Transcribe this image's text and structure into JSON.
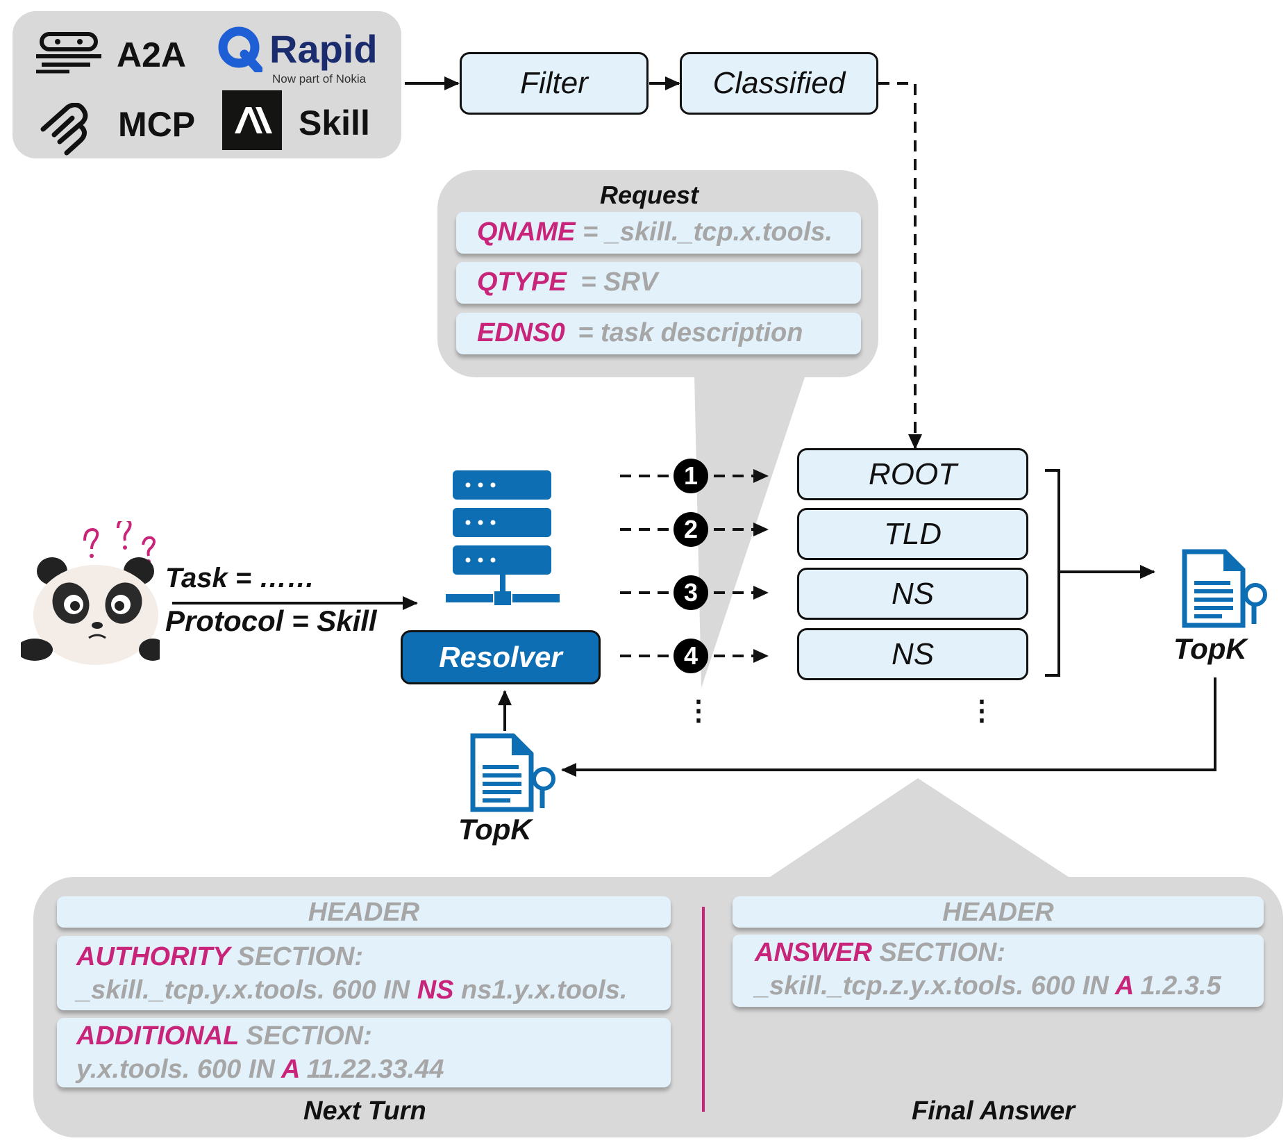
{
  "logos": {
    "a2a": "A2A",
    "rapid": "Rapid",
    "rapid_tagline": "Now part of Nokia",
    "mcp": "MCP",
    "skill": "Skill"
  },
  "pipeline": {
    "filter": "Filter",
    "classified": "Classified"
  },
  "request": {
    "title": "Request",
    "fields": [
      {
        "key": "QNAME",
        "value": "= _skill._tcp.x.tools."
      },
      {
        "key": "QTYPE",
        "value": "= SRV"
      },
      {
        "key": "EDNS0",
        "value": "= task description"
      }
    ]
  },
  "agent": {
    "task_line": "Task =  ……",
    "protocol_line": "Protocol = Skill"
  },
  "resolver": {
    "label": "Resolver"
  },
  "steps": [
    "1",
    "2",
    "3",
    "4"
  ],
  "servers": [
    "ROOT",
    "TLD",
    "NS",
    "NS"
  ],
  "ellipsis": "⋮",
  "topk_right": "TopK",
  "topk_bottom": "TopK",
  "response_left": {
    "header": "HEADER",
    "authority_key": "AUTHORITY",
    "authority_section": " SECTION:",
    "authority_record_a": "_skill._tcp.y.x.tools. 600 IN ",
    "authority_record_type": "NS",
    "authority_record_b": " ns1.y.x.tools.",
    "additional_key": "ADDITIONAL",
    "additional_section": " SECTION:",
    "additional_record_a": "y.x.tools. 600 IN ",
    "additional_record_type": "A",
    "additional_record_b": " 11.22.33.44",
    "caption": "Next Turn"
  },
  "response_right": {
    "header": "HEADER",
    "answer_key": "ANSWER",
    "answer_section": " SECTION:",
    "answer_record_a": "_skill._tcp.z.y.x.tools. 600 IN ",
    "answer_record_type": "A",
    "answer_record_b": " 1.2.3.5",
    "caption": "Final Answer"
  },
  "colors": {
    "accent_magenta": "#c8247a",
    "resolver_blue": "#0d6eb4",
    "panel_grey": "#d9d9d9",
    "field_fill": "#e3f1fb"
  }
}
